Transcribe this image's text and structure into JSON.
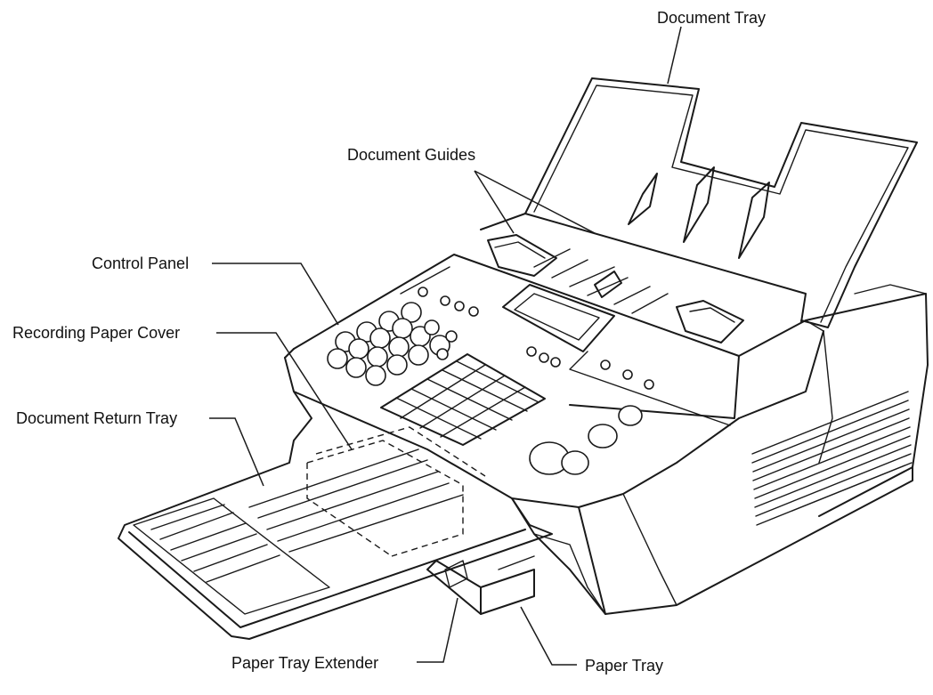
{
  "labels": {
    "document_tray": "Document Tray",
    "document_guides": "Document Guides",
    "control_panel": "Control Panel",
    "recording_paper_cover": "Recording Paper Cover",
    "document_return_tray": "Document Return Tray",
    "paper_tray_extender": "Paper Tray Extender",
    "paper_tray": "Paper Tray"
  },
  "icons": [
    "fax-machine-drawing"
  ],
  "colors": {
    "ink": "#1a1a1a",
    "background": "#ffffff"
  }
}
